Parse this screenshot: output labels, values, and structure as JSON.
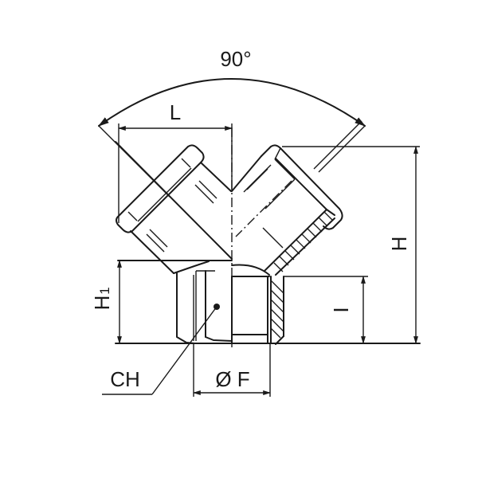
{
  "drawing": {
    "type": "technical-drawing",
    "subject": "Y-fitting (female thread with two angled branches)",
    "labels": {
      "angle": "90°",
      "length": "L",
      "height": "H",
      "height_1_main": "H",
      "height_1_sub": "1",
      "thread_length": "I",
      "hex": "CH",
      "diameter": "Ø F"
    },
    "colors": {
      "line": "#1a1a1a",
      "background": "#ffffff"
    }
  }
}
